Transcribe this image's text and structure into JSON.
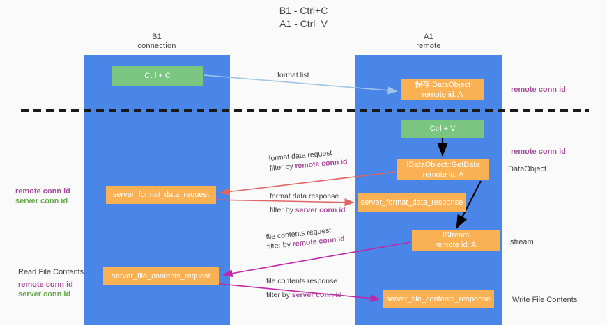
{
  "title": {
    "line1": "B1 - Ctrl+C",
    "line2": "A1 - Ctrl+V"
  },
  "lanes": [
    {
      "id": "b1",
      "name": "B1",
      "role": "connection",
      "color": "#4a86e8"
    },
    {
      "id": "a1",
      "name": "A1",
      "role": "remote",
      "color": "#4a86e8"
    }
  ],
  "colors": {
    "lane": "#4a86e8",
    "green_box": "#7ac57f",
    "orange_box": "#f9b153",
    "purple_text": "#a64d9a",
    "green_text": "#6aa84f",
    "arrow_blue": "#9fc5e8",
    "arrow_black": "#000000",
    "arrow_red": "#e06666",
    "arrow_magenta": "#c027a8",
    "background": "#fafafa"
  },
  "boxes": {
    "ctrl_c": {
      "line1": "Ctrl + C",
      "line2": ""
    },
    "save_idataobject": {
      "line1": "保存IDataObject",
      "line2": "remote id: A"
    },
    "ctrl_v": {
      "line1": "Ctrl + V",
      "line2": ""
    },
    "getdata": {
      "line1": "IDataObject::GetData",
      "line2": "remote id: A"
    },
    "server_format_data_request": {
      "line1": "server_format_data_request",
      "line2": ""
    },
    "server_format_data_response": {
      "line1": "server_format_data_response",
      "line2": ""
    },
    "istream": {
      "line1": "IStream",
      "line2": "remote id: A"
    },
    "server_file_contents_request": {
      "line1": "server_file_contents_request",
      "line2": ""
    },
    "server_file_contents_response": {
      "line1": "server_file_contents_response",
      "line2": ""
    }
  },
  "edge_labels": {
    "format_list": "format list",
    "format_data_request": {
      "main": "format data request",
      "filter_prefix": "filter by ",
      "filter_key": "remote conn id"
    },
    "format_data_response": {
      "main": "format data response",
      "filter_prefix": "filter by ",
      "filter_key": "server conn id"
    },
    "file_contents_request": {
      "main": "file contents request",
      "filter_prefix": "filter by ",
      "filter_key": "remote conn id"
    },
    "file_contents_response": {
      "main": "file contents response",
      "filter_prefix": "filter by ",
      "filter_key": "server conn id"
    }
  },
  "annotations": {
    "remote_conn_id_top": "remote conn id",
    "remote_conn_id_mid": "remote conn id",
    "dataobject": "DataObject",
    "istream_label": "Istream",
    "write_file_contents": "Write File Contents",
    "read_file_contents": "Read File Contents",
    "left_mid": {
      "remote": "remote conn id",
      "server": "server conn id"
    },
    "left_bottom": {
      "remote": "remote conn id",
      "server": "server conn id"
    }
  }
}
